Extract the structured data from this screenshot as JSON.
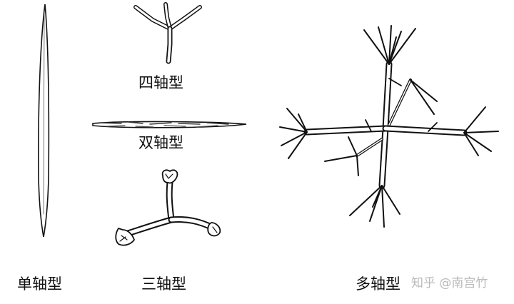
{
  "labels": {
    "monaxon": "单轴型",
    "tetraxon": "四轴型",
    "diactine": "双轴型",
    "triaxon": "三轴型",
    "polyaxon": "多轴型"
  },
  "watermark": "知乎 @南宫竹",
  "colors": {
    "ink": "#111111",
    "background": "#ffffff",
    "watermark": "#b9b9b9"
  }
}
